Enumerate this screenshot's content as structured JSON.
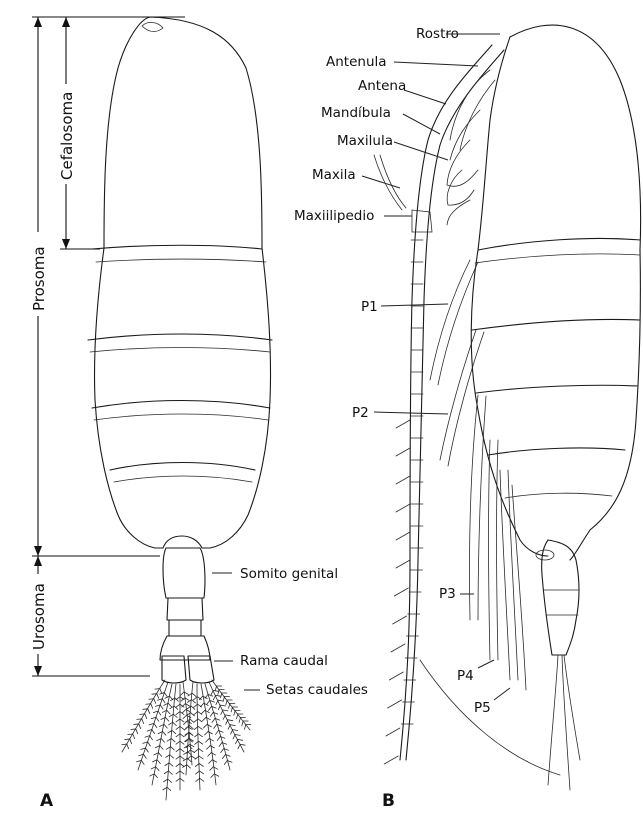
{
  "panels": {
    "a": {
      "letter": "A",
      "dimensions": {
        "prosoma": "Prosoma",
        "cefalosoma": "Cefalosoma",
        "urosoma": "Urosoma"
      },
      "labels": {
        "somito_genital": "Somito genital",
        "rama_caudal": "Rama caudal",
        "setas_caudales": "Setas caudales"
      }
    },
    "b": {
      "letter": "B",
      "labels": {
        "rostro": "Rostro",
        "antenula": "Antenula",
        "antena": "Antena",
        "mandibula": "Mandíbula",
        "maxilula": "Maxilula",
        "maxila": "Maxila",
        "maxilipedio": "Maxiilipedio",
        "p1": "P1",
        "p2": "P2",
        "p3": "P3",
        "p4": "P4",
        "p5": "P5"
      }
    }
  }
}
